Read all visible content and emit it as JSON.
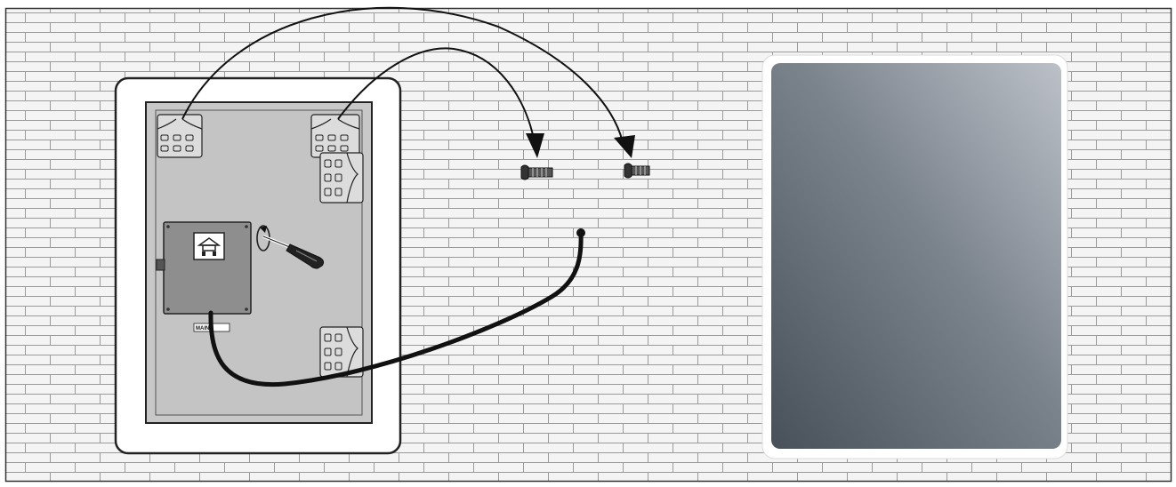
{
  "diagram": {
    "title": "",
    "labels": {
      "mains_tag": "MAINS IN",
      "mains_tag_visible": "MAINS"
    },
    "colors": {
      "wall_background": "#f4f4f4",
      "brick_lines": "#9a9a9a",
      "frame_border": "#1a1a1a",
      "mirror_back": "#c4c4c4",
      "junction_box": "#8e8e8e",
      "cable": "#111111",
      "mirror_glass_light": "#b9bec6",
      "mirror_glass_dark": "#4a525c"
    },
    "parts": {
      "back_view": "mirror-back-view",
      "front_view": "mirror-front-view",
      "screws": [
        "wall-screw-left",
        "wall-screw-right"
      ],
      "tool": "screwdriver",
      "icon_names": [
        "house-symbol-icon",
        "rotation-arrow-icon",
        "screw-icon",
        "hanging-bracket-icon",
        "cable-icon"
      ]
    }
  }
}
